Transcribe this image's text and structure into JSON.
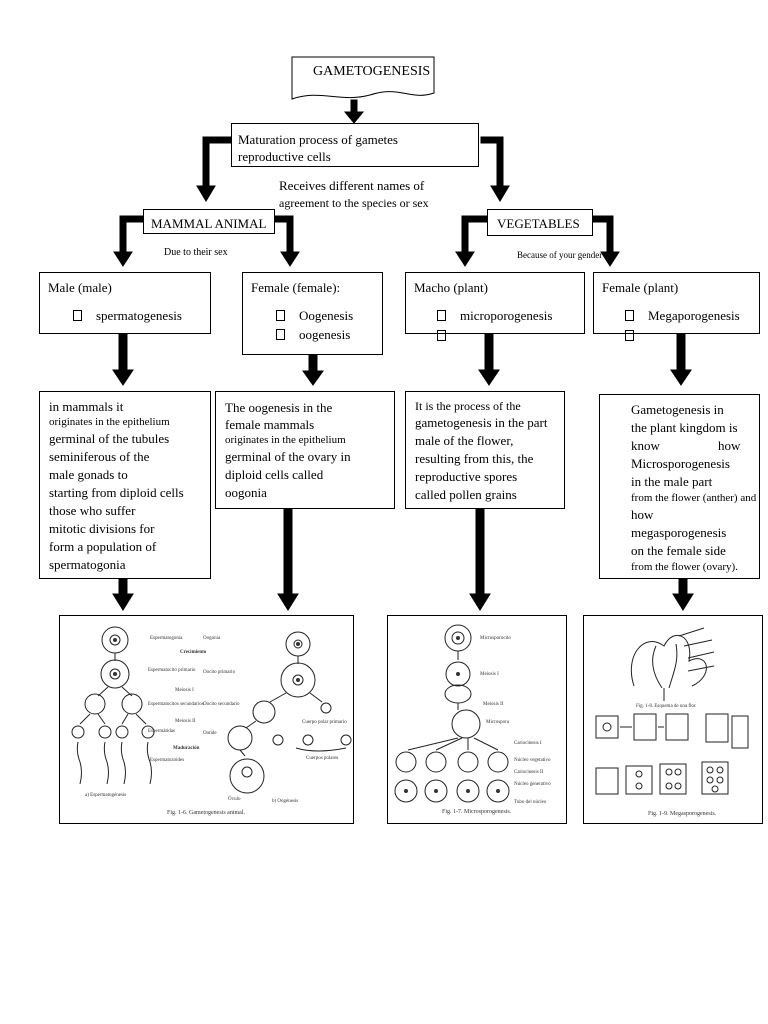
{
  "title": "GAMETOGENESIS",
  "maturation": {
    "line1": "Maturation process of gametes",
    "line2": "reproductive cells"
  },
  "receives": {
    "line1": "Receives different names of",
    "line2": "agreement to the species or sex"
  },
  "mammal_label": "MAMMAL ANIMAL",
  "vegetables_label": "VEGETABLES",
  "due_sex": "Due to their sex",
  "because_gender": "Because of your gender",
  "male": {
    "title": "Male (male)",
    "item": "spermatogenesis"
  },
  "female": {
    "title": "Female (female):",
    "item1": "Oogenesis",
    "item2": "oogenesis"
  },
  "macho": {
    "title": "Macho (plant)",
    "item": "microporogenesis"
  },
  "female_plant": {
    "title": "Female (plant)",
    "item": "Megaporogenesis"
  },
  "desc_male": [
    "in mammals it",
    "originates in the epithelium",
    "germinal of the tubules",
    "seminiferous of the",
    "male gonads to",
    "starting from diploid cells",
    "those who suffer",
    "mitotic divisions for",
    "form a population of",
    "spermatogonia"
  ],
  "desc_female": [
    "The oogenesis in the",
    "female mammals",
    "originates in the epithelium",
    "germinal of the ovary in",
    "diploid cells called",
    "oogonia"
  ],
  "desc_macho": [
    "It is the process of the",
    "gametogenesis in the part",
    "male of the flower,",
    "resulting from this, the",
    "reproductive spores",
    "called pollen grains"
  ],
  "desc_female_plant": [
    "Gametogenesis in",
    "the plant kingdom is",
    "know",
    "how",
    "Microsporogenesis",
    "in the male part",
    "from the flower (anther) and",
    "how",
    "megasporogenesis",
    "on the female side",
    "from the flower (ovary)."
  ],
  "fig1": {
    "caption": "Fig. 1-6. Gametogenesis animal.",
    "labels": [
      "Espermatogonia",
      "Oogonia",
      "Crecimiento",
      "Espermatocito primario",
      "Oocito primario",
      "Meiosis I",
      "Espermatocitos secundarios",
      "Oocito secundario",
      "Meiosis II",
      "Espermátidas",
      "Ootide",
      "Maduración",
      "Espermatozoides",
      "Cuerpo polar primario",
      "Cuerpos polares",
      "Óvulo",
      "a) Espermatogénesis",
      "b) Oogénesis"
    ]
  },
  "fig2": {
    "caption": "Fig. 1-7. Microsporogenesis.",
    "labels": [
      "Microsporocito",
      "Meiosis I",
      "Meiosis II",
      "Microspora",
      "Cariocinesis I",
      "Núcleo vegetativo",
      "Cariocinesis II",
      "Núcleo generativo",
      "Tubo del núcleo"
    ]
  },
  "fig3": {
    "caption": "Fig. 1-9. Megasporogenesis.",
    "top_caption": "Fig. 1-8. Esquema de una flor."
  }
}
